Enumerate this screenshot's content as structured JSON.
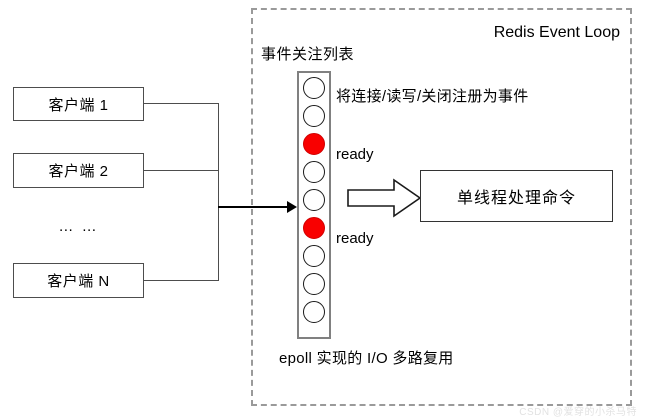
{
  "diagram": {
    "clients": [
      {
        "id": "client-1",
        "label": "客户端 1"
      },
      {
        "id": "client-2",
        "label": "客户端 2"
      },
      {
        "id": "client-n",
        "label": "客户端 N"
      }
    ],
    "ellipsis": "… …",
    "event_loop": {
      "title": "Redis Event Loop",
      "list_title": "事件关注列表",
      "register_note": "将连接/读写/关闭注册为事件",
      "footer_note": "epoll 实现的 I/O 多路复用",
      "slots": [
        {
          "index": 0,
          "state": "idle",
          "label": ""
        },
        {
          "index": 1,
          "state": "idle",
          "label": ""
        },
        {
          "index": 2,
          "state": "ready",
          "label": "ready"
        },
        {
          "index": 3,
          "state": "idle",
          "label": ""
        },
        {
          "index": 4,
          "state": "idle",
          "label": ""
        },
        {
          "index": 5,
          "state": "ready",
          "label": "ready"
        },
        {
          "index": 6,
          "state": "idle",
          "label": ""
        },
        {
          "index": 7,
          "state": "idle",
          "label": ""
        },
        {
          "index": 8,
          "state": "idle",
          "label": ""
        }
      ],
      "ready_labels": [
        "ready",
        "ready"
      ]
    },
    "thread_box": {
      "label": "单线程处理命令"
    },
    "colors": {
      "ready": "#f90000",
      "slot_border": "#1a1a1a",
      "box_border": "#4d4d4d",
      "dashed_border": "#9a9a9a",
      "arrow": "#000000"
    },
    "watermark": "CSDN @爱穿的小杀马特"
  }
}
